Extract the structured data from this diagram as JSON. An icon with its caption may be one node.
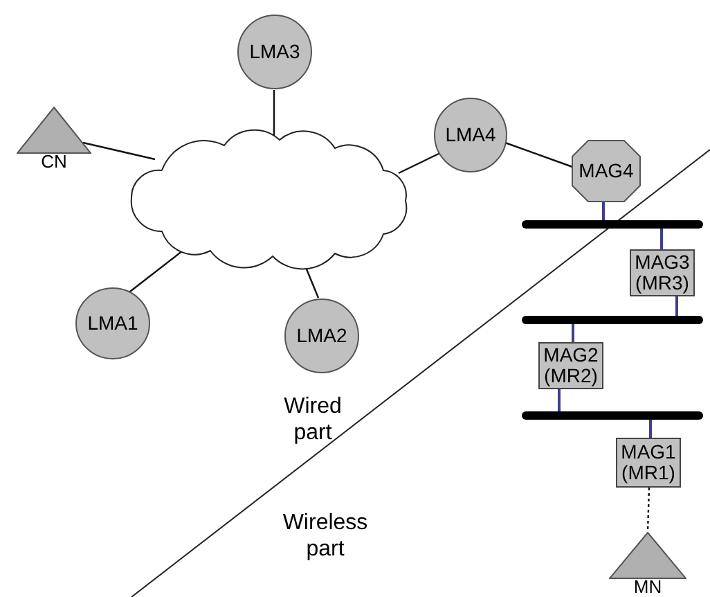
{
  "diagram": {
    "nodes": [
      {
        "text": [
          "CN"
        ]
      },
      {
        "text": [],
        "shape": "cloud"
      },
      {
        "text": [
          "LMA3"
        ]
      },
      {
        "text": [
          "LMA4"
        ]
      },
      {
        "text": [
          "MAG4"
        ]
      },
      {
        "text": [
          "LMA1"
        ]
      },
      {
        "text": [
          "LMA2"
        ]
      },
      {
        "text": [],
        "shape": "bar"
      },
      {
        "text": [
          "MAG3 (MR3)"
        ]
      },
      {
        "text": [],
        "shape": "bar"
      },
      {
        "text": [
          "MAG2 (MR2)"
        ]
      },
      {
        "text": [],
        "shape": "bar"
      },
      {
        "text": [
          "MAG1 (MR1)"
        ]
      },
      {
        "text": [
          "MN"
        ]
      }
    ],
    "edges": [
      {
        "from": 0,
        "to": 1,
        "arrow": "none"
      },
      {
        "from": 2,
        "to": 1,
        "arrow": "none"
      },
      {
        "from": 1,
        "to": 3,
        "arrow": "none"
      },
      {
        "from": 3,
        "to": 4,
        "arrow": "none"
      },
      {
        "from": 1,
        "to": 5,
        "arrow": "none"
      },
      {
        "from": 1,
        "to": 6,
        "arrow": "none"
      },
      {
        "from": 4,
        "to": 7,
        "arrow": "none",
        "color": "#3f3f8f"
      },
      {
        "from": 7,
        "to": 8,
        "arrow": "none",
        "color": "#3f3f8f"
      },
      {
        "from": 8,
        "to": 9,
        "arrow": "none",
        "color": "#3f3f8f"
      },
      {
        "from": 9,
        "to": 10,
        "arrow": "none",
        "color": "#3f3f8f"
      },
      {
        "from": 10,
        "to": 11,
        "arrow": "none",
        "color": "#3f3f8f"
      },
      {
        "from": 11,
        "to": 12,
        "arrow": "none",
        "color": "#3f3f8f"
      },
      {
        "from": 12,
        "to": 13,
        "arrow": "none",
        "style": "dashed"
      }
    ],
    "labels": [
      "Wired part",
      "Wireless part"
    ]
  }
}
